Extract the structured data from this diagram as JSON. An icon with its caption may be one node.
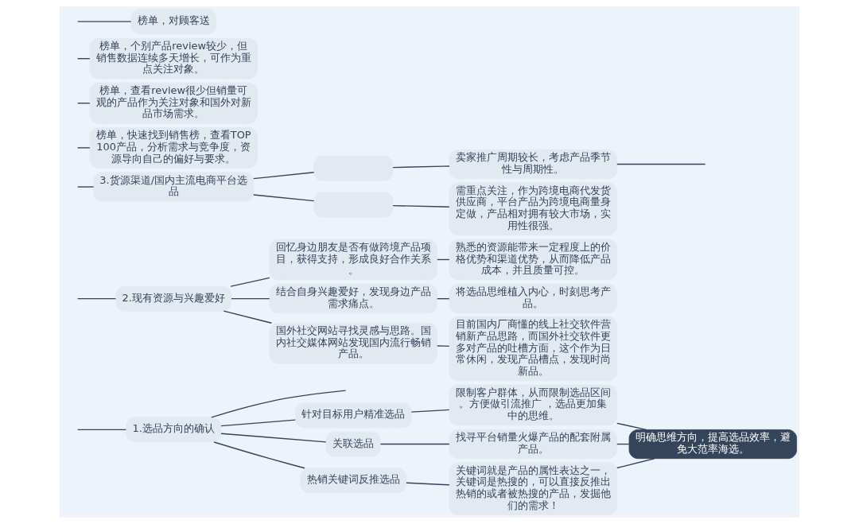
{
  "diagram": {
    "nodes": [
      {
        "text": [
          "1.选品方向的确认"
        ]
      },
      {
        "text": [
          "针对目标用户精准选品"
        ]
      },
      {
        "text": [
          "限制客户群体，从而限制选品区间。方便做引流推广 ，选品更加集中的思维。"
        ]
      },
      {
        "text": [
          "关联选品"
        ]
      },
      {
        "text": [
          "找寻平台销量火爆产品的配套附属产品。"
        ]
      },
      {
        "text": [
          "热销关键词反推选品"
        ]
      },
      {
        "text": [
          "关键词就是产品的属性表达之一，关键词是热搜的，可以直接反推出热销的或者被热搜的产品，发掘他们的需求！"
        ]
      },
      {
        "text": [
          "明确思维方向，提高选品效率，避免大范率海选。"
        ]
      },
      {
        "text": [
          "2.现有资源与兴趣爱好"
        ]
      },
      {
        "text": [
          "回忆身边朋友是否有做跨境产品项目，获得支持，形成良好合作关系。"
        ]
      },
      {
        "text": [
          "熟悉的资源能带来一定程度上的价格优势和渠道优势，从而降低产品成本，并且质量可控。"
        ]
      },
      {
        "text": [
          "结合自身兴趣爱好，发现身边产品需求痛点。"
        ]
      },
      {
        "text": [
          "将选品思维植入内心，时刻思考产品。"
        ]
      },
      {
        "text": [
          "国外社交网站寻找灵感与思路。国内社交媒体网站发现国内流行畅销产品。"
        ]
      },
      {
        "text": [
          "目前国内厂商懂的线上社交软件营销新产品思路，而国外社交软件更多对产品的吐槽方面，这个作为日常休闲，发现产品槽点，发现时尚新品。"
        ]
      },
      {
        "text": [
          "3.货源渠道/国内主流电商平台选品"
        ]
      },
      {
        "text": [],
        "shape": "box"
      },
      {
        "text": [
          "卖家推广周期较长，考虑产品季节性与周期性。"
        ]
      },
      {
        "text": [],
        "shape": "box"
      },
      {
        "text": [
          "需重点关注，作为跨境电商代发货供应商，平台产品为跨境电商量身定做，产品相对拥有较大市场，实用性很强。"
        ]
      },
      {
        "text": [
          "榜单，快速找到销售榜，查看TOP100产品，分析需求与竞争度，资源导向自己的偏好与要求。"
        ]
      },
      {
        "text": [
          "榜单，查看review很少但销量可观的产品作为关注对象和国外对新品市场需求。"
        ]
      },
      {
        "text": [
          "榜单，个别产品review较少，但销售数据连续多天增长，可作为重点关注对象。"
        ]
      },
      {
        "text": [
          "榜单，对顾客送"
        ]
      }
    ],
    "edges": [
      {
        "from": null,
        "to": 0,
        "arrow": "none"
      },
      {
        "from": 0,
        "to": null,
        "arrow": "none"
      },
      {
        "from": 0,
        "to": 1,
        "arrow": "none"
      },
      {
        "from": 1,
        "to": 2,
        "arrow": "none"
      },
      {
        "from": 0,
        "to": 3,
        "arrow": "none"
      },
      {
        "from": 3,
        "to": 4,
        "arrow": "none"
      },
      {
        "from": 0,
        "to": 5,
        "arrow": "none"
      },
      {
        "from": 5,
        "to": 6,
        "arrow": "none"
      },
      {
        "from": 2,
        "to": 7,
        "arrow": "none"
      },
      {
        "from": 4,
        "to": 7,
        "arrow": "none"
      },
      {
        "from": 6,
        "to": 7,
        "arrow": "none"
      },
      {
        "from": null,
        "to": 8,
        "arrow": "none"
      },
      {
        "from": 8,
        "to": 9,
        "arrow": "none"
      },
      {
        "from": 9,
        "to": 10,
        "arrow": "none"
      },
      {
        "from": 8,
        "to": 11,
        "arrow": "none"
      },
      {
        "from": 11,
        "to": 12,
        "arrow": "none"
      },
      {
        "from": 8,
        "to": 13,
        "arrow": "none"
      },
      {
        "from": 13,
        "to": 14,
        "arrow": "none"
      },
      {
        "from": null,
        "to": 15,
        "arrow": "none"
      },
      {
        "from": 15,
        "to": 16,
        "arrow": "none"
      },
      {
        "from": 16,
        "to": 17,
        "arrow": "none"
      },
      {
        "from": 17,
        "to": null,
        "arrow": "none"
      },
      {
        "from": 15,
        "to": 18,
        "arrow": "none"
      },
      {
        "from": 18,
        "to": 19,
        "arrow": "none"
      },
      {
        "from": null,
        "to": 20,
        "arrow": "none"
      },
      {
        "from": null,
        "to": 21,
        "arrow": "none"
      },
      {
        "from": null,
        "to": 22,
        "arrow": "none"
      },
      {
        "from": null,
        "to": 23,
        "arrow": "none"
      }
    ]
  }
}
